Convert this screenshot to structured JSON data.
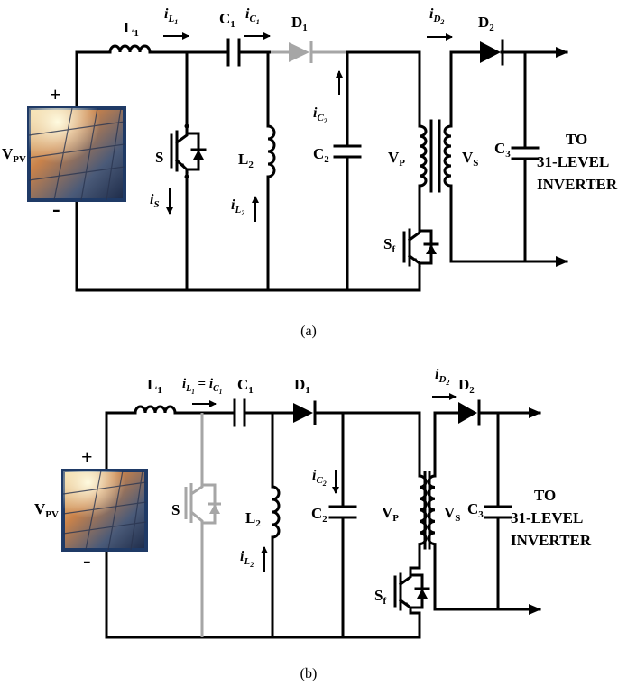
{
  "colors": {
    "wire": "#000000",
    "inactive": "#a6a6a6",
    "panel_frame": "#1f3a66"
  },
  "panel_a": {
    "caption": "(a)",
    "labels": {
      "L1": "L",
      "L1_sub": "1",
      "C1": "C",
      "C1_sub": "1",
      "D1": "D",
      "D1_sub": "1",
      "D2": "D",
      "D2_sub": "2",
      "L2": "L",
      "L2_sub": "2",
      "C2": "C",
      "C2_sub": "2",
      "C3": "C",
      "C3_sub": "3",
      "S": "S",
      "Sf": "S",
      "Sf_sub": "f",
      "Vpv": "V",
      "Vpv_sub": "PV",
      "Vp": "V",
      "Vp_sub": "P",
      "Vs": "V",
      "Vs_sub": "S",
      "plus": "+",
      "minus": "-",
      "to1": "TO",
      "to2": "31-LEVEL",
      "to3": "INVERTER"
    },
    "currents": {
      "iL1": "i",
      "iL1_sub": "L",
      "iL1_subsub": "1",
      "iC1": "i",
      "iC1_sub": "C",
      "iC1_subsub": "1",
      "iD2": "i",
      "iD2_sub": "D",
      "iD2_subsub": "2",
      "iC2": "i",
      "iC2_sub": "C",
      "iC2_subsub": "2",
      "iS": "i",
      "iS_sub": "S",
      "iL2": "i",
      "iL2_sub": "L",
      "iL2_subsub": "2"
    },
    "inactive_elements": [
      "D1"
    ]
  },
  "panel_b": {
    "caption": "(b)",
    "labels": {
      "L1": "L",
      "L1_sub": "1",
      "C1": "C",
      "C1_sub": "1",
      "D1": "D",
      "D1_sub": "1",
      "D2": "D",
      "D2_sub": "2",
      "L2": "L",
      "L2_sub": "2",
      "C2": "C",
      "C2_sub": "2",
      "C3": "C",
      "C3_sub": "3",
      "S": "S",
      "Sf": "S",
      "Sf_sub": "f",
      "Vpv": "V",
      "Vpv_sub": "PV",
      "Vp": "V",
      "Vp_sub": "P",
      "Vs": "V",
      "Vs_sub": "S",
      "plus": "+",
      "minus": "-",
      "to1": "TO",
      "to2": "31-LEVEL",
      "to3": "INVERTER"
    },
    "currents": {
      "iL1_eq": "i",
      "iL1_eq_sub": "L",
      "iL1_eq_subsub": "1",
      "eq": " = ",
      "iC1_eq": "i",
      "iC1_eq_sub": "C",
      "iC1_eq_subsub": "1",
      "iD2": "i",
      "iD2_sub": "D",
      "iD2_subsub": "2",
      "iC2": "i",
      "iC2_sub": "C",
      "iC2_subsub": "2",
      "iL2": "i",
      "iL2_sub": "L",
      "iL2_subsub": "2"
    },
    "inactive_elements": [
      "S"
    ]
  }
}
